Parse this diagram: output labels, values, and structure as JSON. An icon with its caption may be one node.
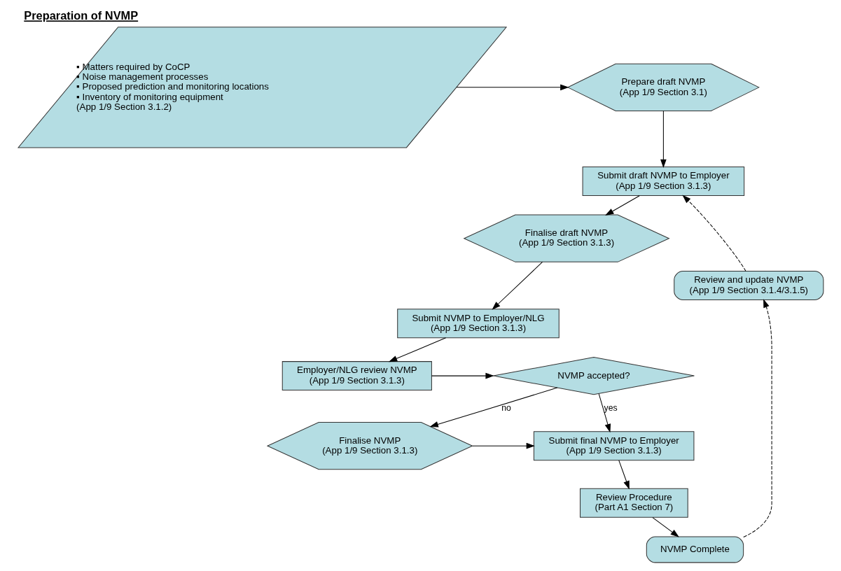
{
  "diagram": {
    "title": "Preparation of NVMP",
    "nodes": [
      {
        "text": [
          "Prepare draft NVMP",
          "(App 1/9 Section 3.1)"
        ]
      },
      {
        "text": [
          "▪ Matters required by CoCP",
          "▪ Noise management processes",
          "▪ Proposed prediction and monitoring locations",
          "▪ Inventory of monitoring equipment",
          "(App 1/9 Section 3.1.2)"
        ]
      },
      {
        "text": [
          "Submit draft NVMP to Employer",
          "(App 1/9 Section 3.1.3)"
        ]
      },
      {
        "text": [
          "Finalise draft NVMP",
          "(App 1/9 Section 3.1.3)"
        ]
      },
      {
        "text": [
          "Submit NVMP to Employer/NLG",
          "(App 1/9 Section 3.1.3)"
        ]
      },
      {
        "text": [
          "Employer/NLG review NVMP",
          "(App 1/9 Section 3.1.3)"
        ]
      },
      {
        "text": [
          "NVMP accepted?"
        ]
      },
      {
        "text": [
          "Finalise NVMP",
          "(App 1/9 Section 3.1.3)"
        ]
      },
      {
        "text": [
          "Submit final NVMP to Employer",
          "(App 1/9 Section 3.1.3)"
        ]
      },
      {
        "text": [
          "Review Procedure",
          "(Part A1 Section 7)"
        ]
      },
      {
        "text": [
          "NVMP Complete"
        ]
      },
      {
        "text": [
          "Review and update NVMP",
          "(App 1/9 Section 3.1.4/3.1.5)"
        ]
      }
    ],
    "edges": [
      {
        "from": 1,
        "to": 0,
        "arrow": "to"
      },
      {
        "from": 0,
        "to": 2,
        "arrow": "to"
      },
      {
        "from": 2,
        "to": 3,
        "arrow": "to"
      },
      {
        "from": 3,
        "to": 4,
        "arrow": "to"
      },
      {
        "from": 4,
        "to": 5,
        "arrow": "to"
      },
      {
        "from": 5,
        "to": 6,
        "arrow": "to"
      },
      {
        "from": 6,
        "to": 8,
        "arrow": "to",
        "label": "yes"
      },
      {
        "from": 6,
        "to": 7,
        "arrow": "to",
        "label": "no"
      },
      {
        "from": 7,
        "to": 8,
        "arrow": "to"
      },
      {
        "from": 8,
        "to": 9,
        "arrow": "to"
      },
      {
        "from": 9,
        "to": 10,
        "arrow": "to"
      },
      {
        "from": 10,
        "to": 11,
        "arrow": "to",
        "style": "dashed"
      },
      {
        "from": 11,
        "to": 2,
        "arrow": "to",
        "style": "dashed"
      }
    ]
  }
}
